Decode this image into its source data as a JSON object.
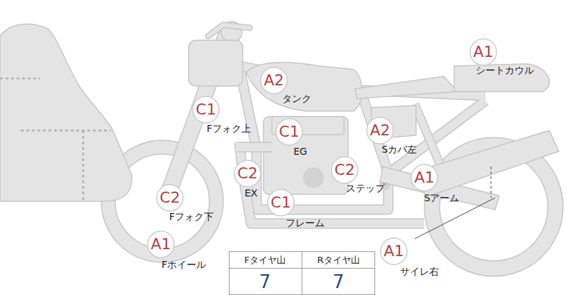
{
  "diagram": {
    "nodes": [
      {
        "text": [
          "A1",
          "シートカウル"
        ]
      },
      {
        "text": [
          "A2",
          "タンク"
        ]
      },
      {
        "text": [
          "C1",
          "Fフォク上"
        ]
      },
      {
        "text": [
          "C1",
          "EG"
        ]
      },
      {
        "text": [
          "A2",
          "Sカバ左"
        ]
      },
      {
        "text": [
          "C2",
          "EX"
        ]
      },
      {
        "text": [
          "C2",
          "ステップ"
        ]
      },
      {
        "text": [
          "A1",
          "Sアーム"
        ]
      },
      {
        "text": [
          "C2",
          "Fフォク下"
        ]
      },
      {
        "text": [
          "C1",
          "フレーム"
        ]
      },
      {
        "text": [
          "A1",
          "Fホイール"
        ]
      },
      {
        "text": [
          "A1",
          "サイレ右"
        ]
      }
    ],
    "labels": [
      "Fタイヤ山",
      "Rタイヤ山",
      "7",
      "7"
    ]
  }
}
